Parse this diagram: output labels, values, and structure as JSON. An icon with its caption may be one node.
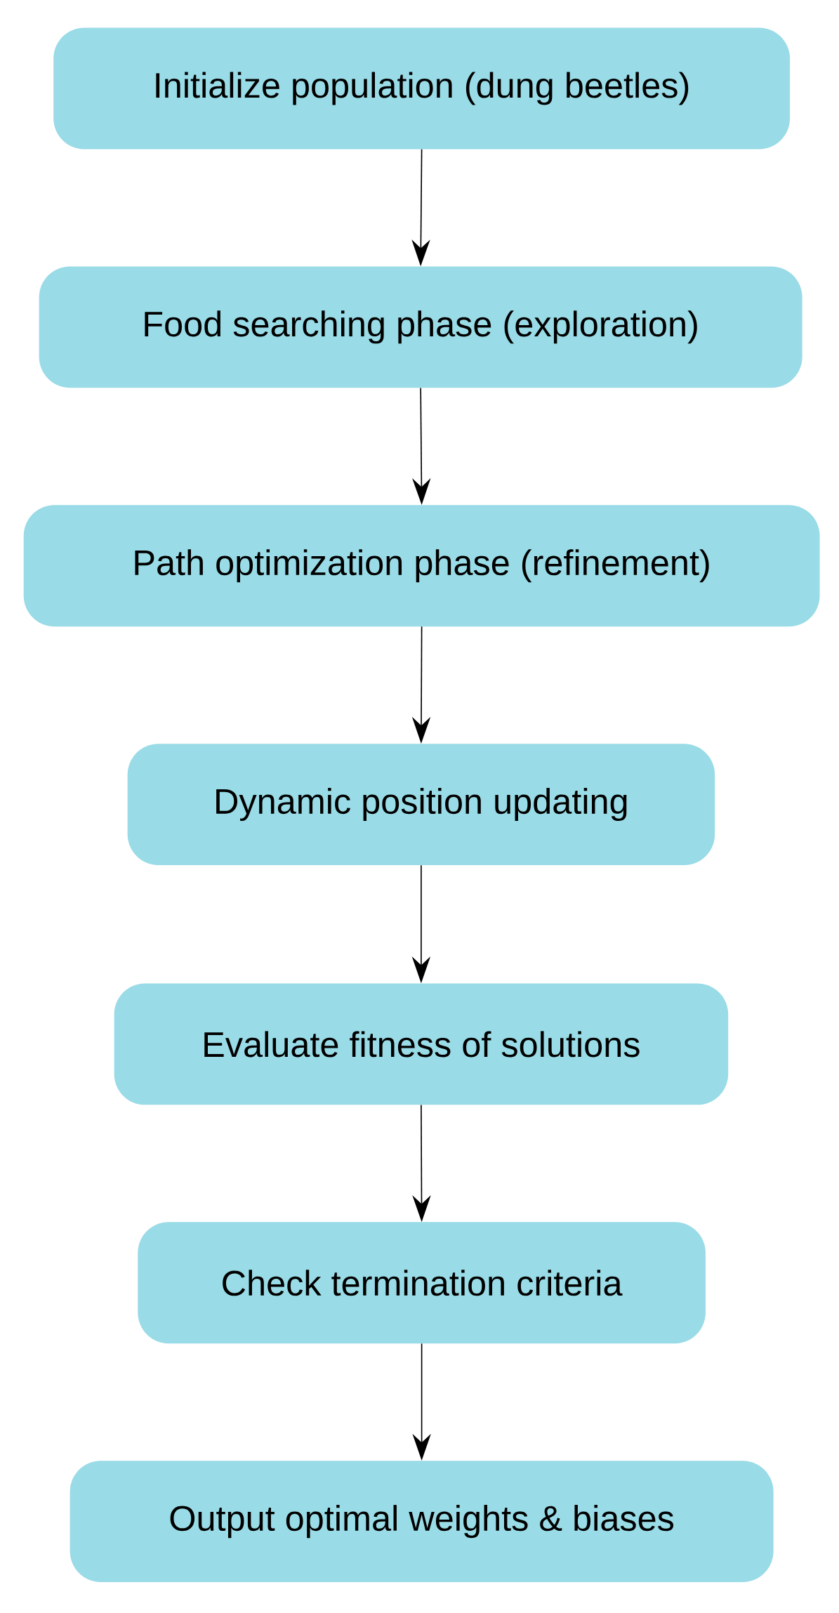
{
  "diagram": {
    "nodes": [
      {
        "text": [
          "Initialize population (dung beetles)"
        ]
      },
      {
        "text": [
          "Food searching phase (exploration)"
        ]
      },
      {
        "text": [
          "Path optimization phase (refinement)"
        ]
      },
      {
        "text": [
          "Dynamic position updating"
        ]
      },
      {
        "text": [
          "Evaluate fitness of solutions"
        ]
      },
      {
        "text": [
          "Check termination criteria"
        ]
      },
      {
        "text": [
          "Output optimal weights & biases"
        ]
      }
    ],
    "edges": [
      {
        "from": 0,
        "to": 1,
        "arrow": "to"
      },
      {
        "from": 1,
        "to": 2,
        "arrow": "to"
      },
      {
        "from": 2,
        "to": 3,
        "arrow": "to"
      },
      {
        "from": 3,
        "to": 4,
        "arrow": "to"
      },
      {
        "from": 4,
        "to": 5,
        "arrow": "to"
      },
      {
        "from": 5,
        "to": 6,
        "arrow": "to"
      }
    ]
  }
}
